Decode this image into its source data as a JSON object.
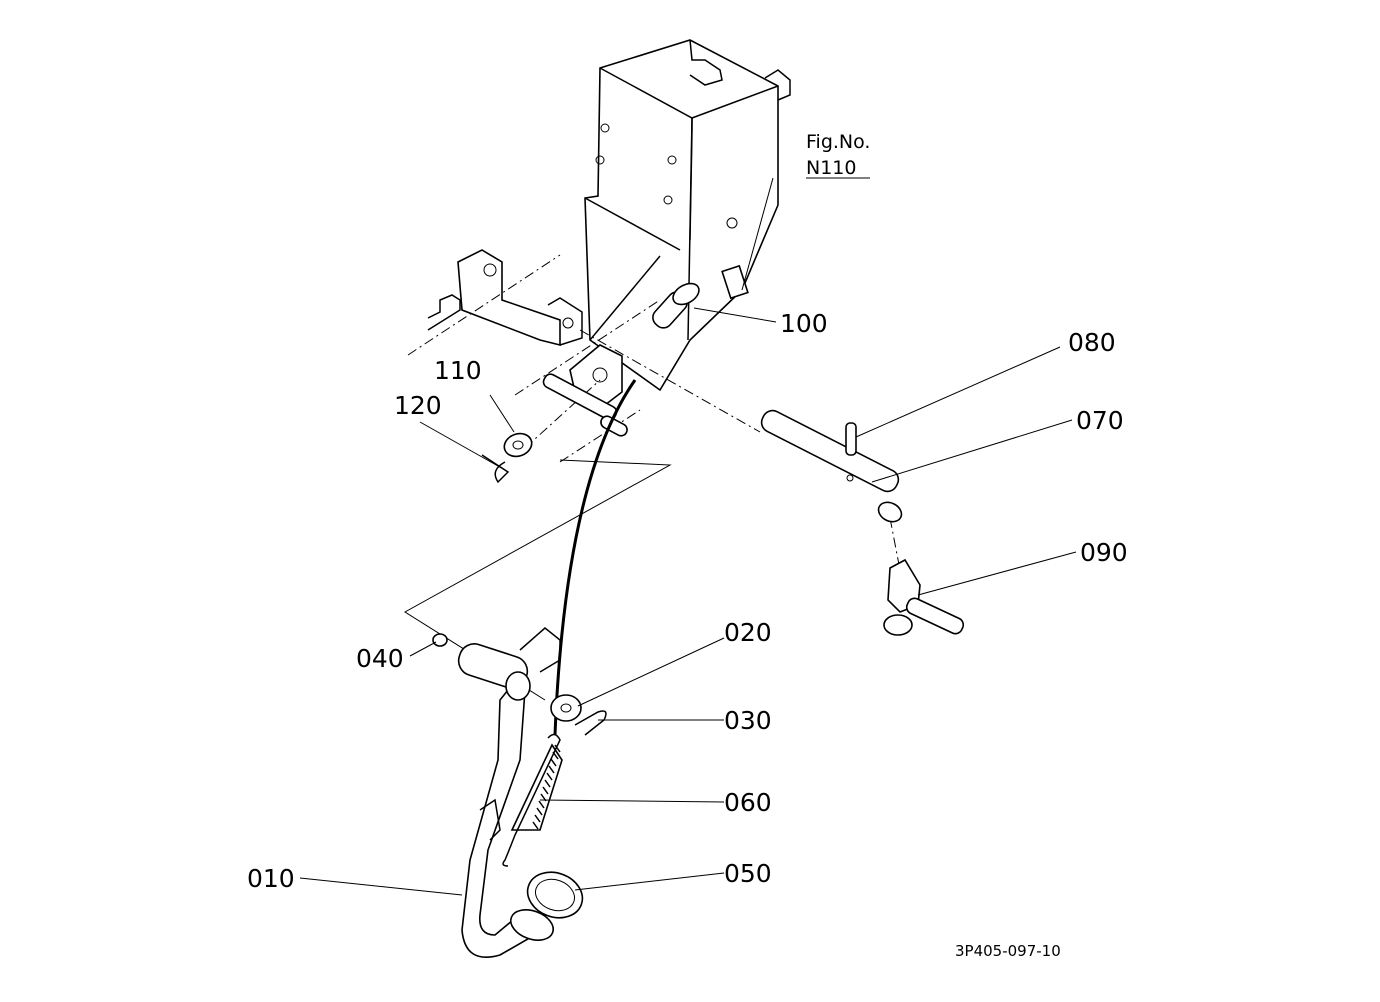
{
  "figure": {
    "title_line1": "Fig.No.",
    "title_line2": "N110",
    "drawing_code": "3P405-097-10"
  },
  "callouts": [
    {
      "id": "100",
      "label": "100"
    },
    {
      "id": "080",
      "label": "080"
    },
    {
      "id": "070",
      "label": "070"
    },
    {
      "id": "110",
      "label": "110"
    },
    {
      "id": "120",
      "label": "120"
    },
    {
      "id": "090",
      "label": "090"
    },
    {
      "id": "020",
      "label": "020"
    },
    {
      "id": "040",
      "label": "040"
    },
    {
      "id": "030",
      "label": "030"
    },
    {
      "id": "060",
      "label": "060"
    },
    {
      "id": "010",
      "label": "010"
    },
    {
      "id": "050",
      "label": "050"
    }
  ]
}
